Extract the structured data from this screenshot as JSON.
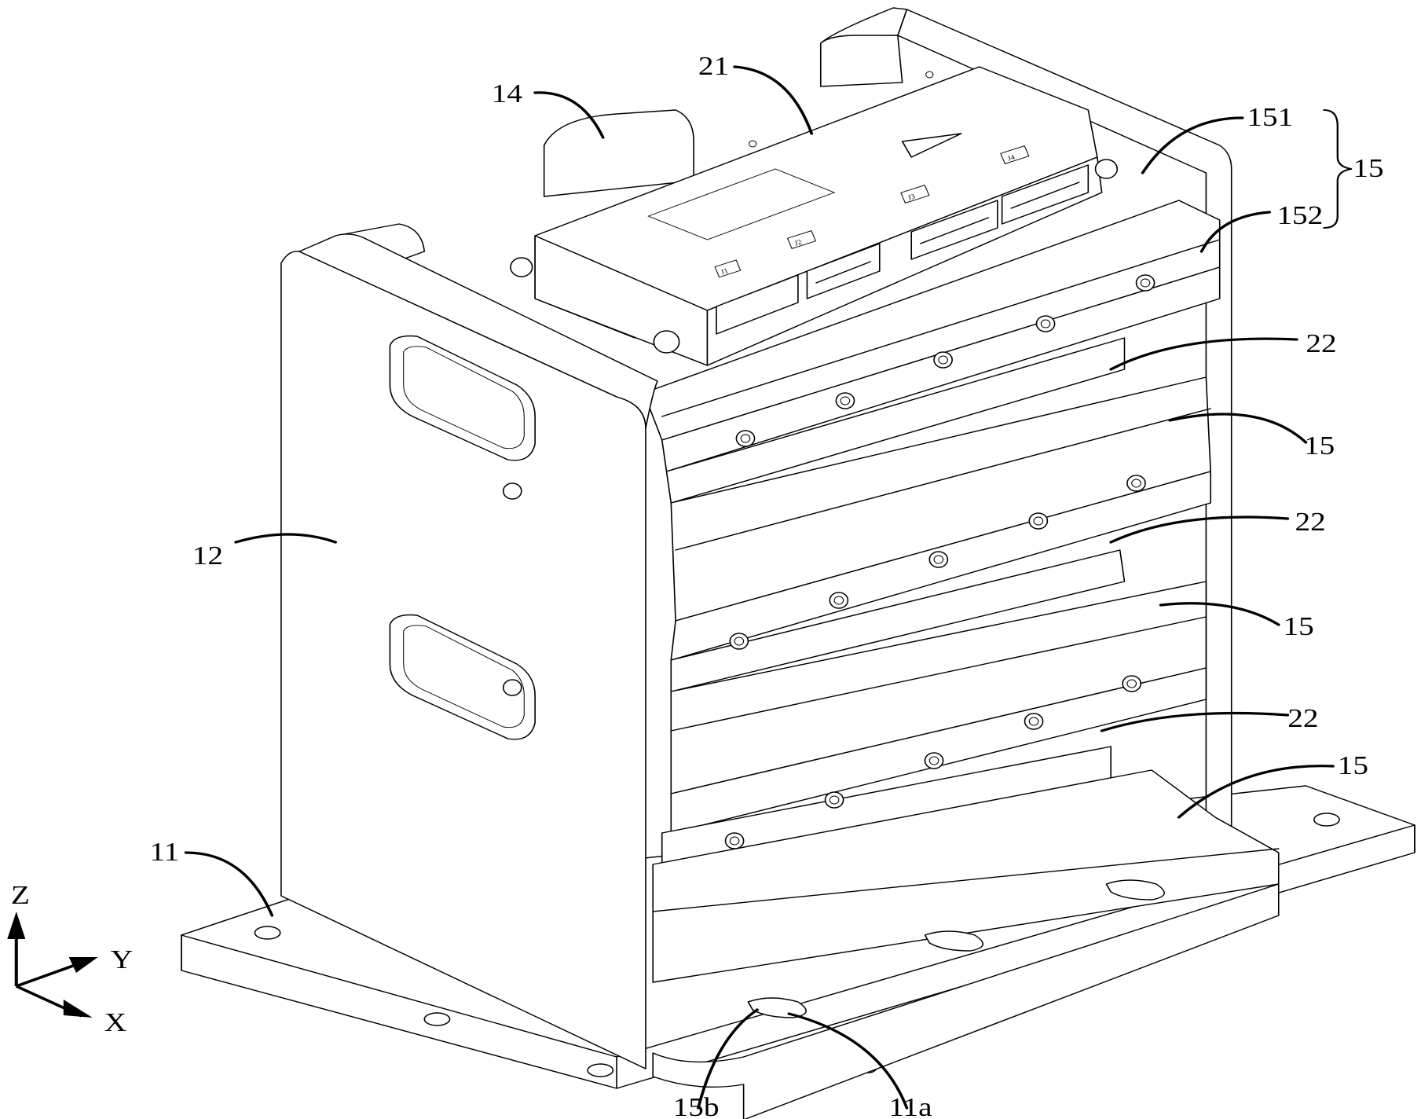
{
  "figure": {
    "type": "patent perspective drawing",
    "subject": "Controller module rack with mounting base, side plates, top controller and stacked circuit board layers"
  },
  "labels": {
    "l11": "11",
    "l11a": "11a",
    "l12": "12",
    "l14": "14",
    "l15_group": "15",
    "l151": "151",
    "l152": "152",
    "l15_a": "15",
    "l15_b": "15",
    "l15_c": "15",
    "l15b": "15b",
    "l21": "21",
    "l22_a": "22",
    "l22_b": "22",
    "l22_c": "22"
  },
  "connector_tags": [
    "J1",
    "J2",
    "J3",
    "J4"
  ],
  "axes": {
    "z": "Z",
    "y": "Y",
    "x": "X"
  }
}
